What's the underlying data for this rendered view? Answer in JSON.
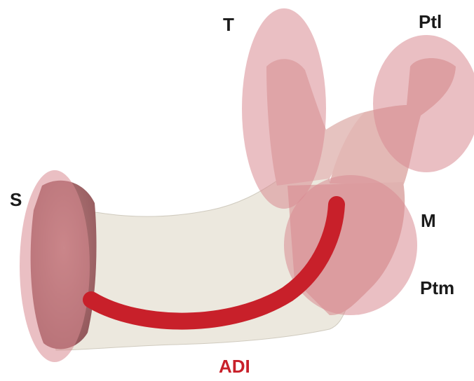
{
  "labels": {
    "t": "T",
    "ptl": "Ptl",
    "s": "S",
    "m": "M",
    "ptm": "Ptm",
    "adi": "ADI"
  },
  "colors": {
    "label_text": "#1a1a1a",
    "adi_label": "#c8202a",
    "adi_arc": "#c8202a",
    "region_fill": "#d98a92",
    "bone_body": "#ece8de",
    "bone_tint": "#c7848a"
  }
}
